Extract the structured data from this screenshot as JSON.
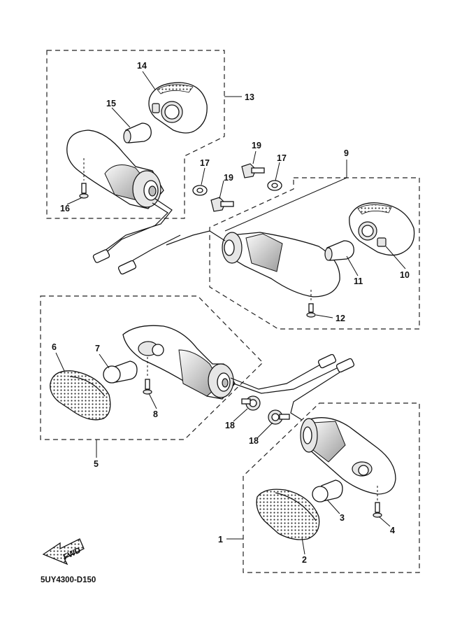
{
  "diagram_code": "5UY4300-D150",
  "fwd_label": "FWD",
  "callouts": {
    "c1": "1",
    "c2": "2",
    "c3": "3",
    "c4": "4",
    "c5": "5",
    "c6": "6",
    "c7": "7",
    "c8": "8",
    "c9": "9",
    "c10": "10",
    "c11": "11",
    "c12": "12",
    "c13": "13",
    "c14": "14",
    "c15": "15",
    "c16": "16",
    "c17a": "17",
    "c17b": "17",
    "c18a": "18",
    "c18b": "18",
    "c19a": "19",
    "c19b": "19"
  }
}
